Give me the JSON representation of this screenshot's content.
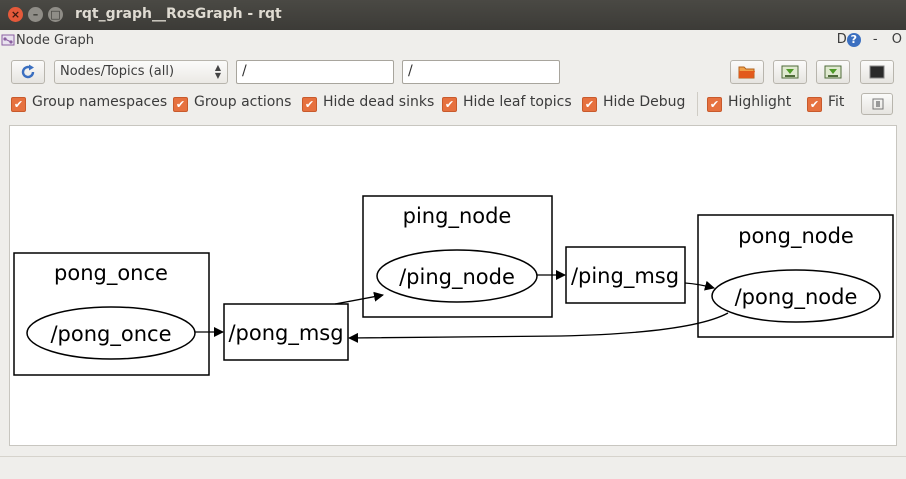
{
  "window": {
    "title": "rqt_graph__RosGraph - rqt",
    "close_glyph": "×",
    "minimize_glyph": "–",
    "maximize_glyph": "□"
  },
  "plugin": {
    "title": "Node Graph",
    "ctrl_d": "D",
    "ctrl_help": "?",
    "ctrl_minus": "-",
    "ctrl_o": "O"
  },
  "toolbar": {
    "graph_type": "Nodes/Topics (all)",
    "node_filter": "/",
    "topic_filter": "/"
  },
  "options": [
    {
      "label": "Group namespaces",
      "checked": true
    },
    {
      "label": "Group actions",
      "checked": true
    },
    {
      "label": "Hide dead sinks",
      "checked": true
    },
    {
      "label": "Hide leaf topics",
      "checked": true
    },
    {
      "label": "Hide Debug",
      "checked": true
    },
    {
      "label": "Highlight",
      "checked": true
    },
    {
      "label": "Fit",
      "checked": true
    }
  ],
  "graph": {
    "clusters": [
      {
        "label": "pong_once"
      },
      {
        "label": "ping_node"
      },
      {
        "label": "pong_node"
      }
    ],
    "nodes": [
      {
        "label": "/pong_once"
      },
      {
        "label": "/ping_node"
      },
      {
        "label": "/pong_node"
      }
    ],
    "topics": [
      {
        "label": "/pong_msg"
      },
      {
        "label": "/ping_msg"
      }
    ]
  },
  "colors": {
    "checkbox": "#e6713f",
    "titlebar": "#3c3b37",
    "close_button": "#e4593a",
    "refresh_icon": "#3b6fc0"
  }
}
